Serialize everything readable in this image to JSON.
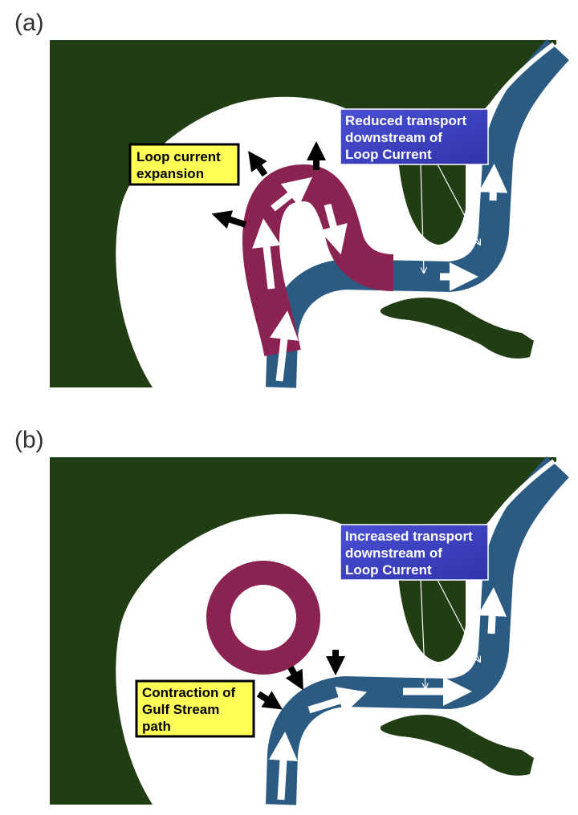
{
  "panel_a": {
    "label": "(a)",
    "yellow_box": [
      "Loop current",
      "expansion"
    ],
    "blue_box": [
      "Reduced transport",
      "downstream of",
      "Loop Current"
    ]
  },
  "panel_b": {
    "label": "(b)",
    "yellow_box": [
      "Contraction of",
      "Gulf Stream",
      "path"
    ],
    "blue_box": [
      "Increased transport",
      "downstream of",
      "Loop Current"
    ]
  },
  "colors": {
    "land": "#213d13",
    "stream": "#2b5b82",
    "loop": "#8a2252",
    "yellow": "#ffff55",
    "blue_box": "#3b40c4"
  }
}
